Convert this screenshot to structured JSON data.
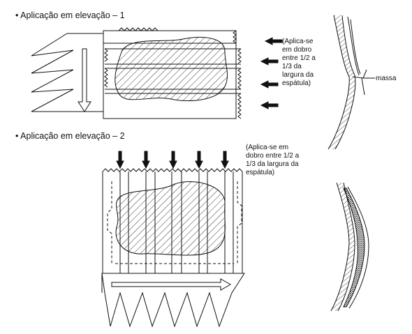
{
  "section1": {
    "title": "• Aplicação em elevação – 1",
    "note_lines": [
      "(Aplica-se",
      "em dobro",
      "entre 1/2 a",
      "1/3 da",
      "largura da",
      "espátula)"
    ],
    "side_label": "massa"
  },
  "section2": {
    "title": "• Aplicação em elevação – 2",
    "note_lines": [
      "(Aplica-se em",
      "dobro entre 1/2 a",
      "1/3 da largura da",
      "espátula)"
    ]
  },
  "colors": {
    "ink": "#111111",
    "paper": "#ffffff"
  }
}
